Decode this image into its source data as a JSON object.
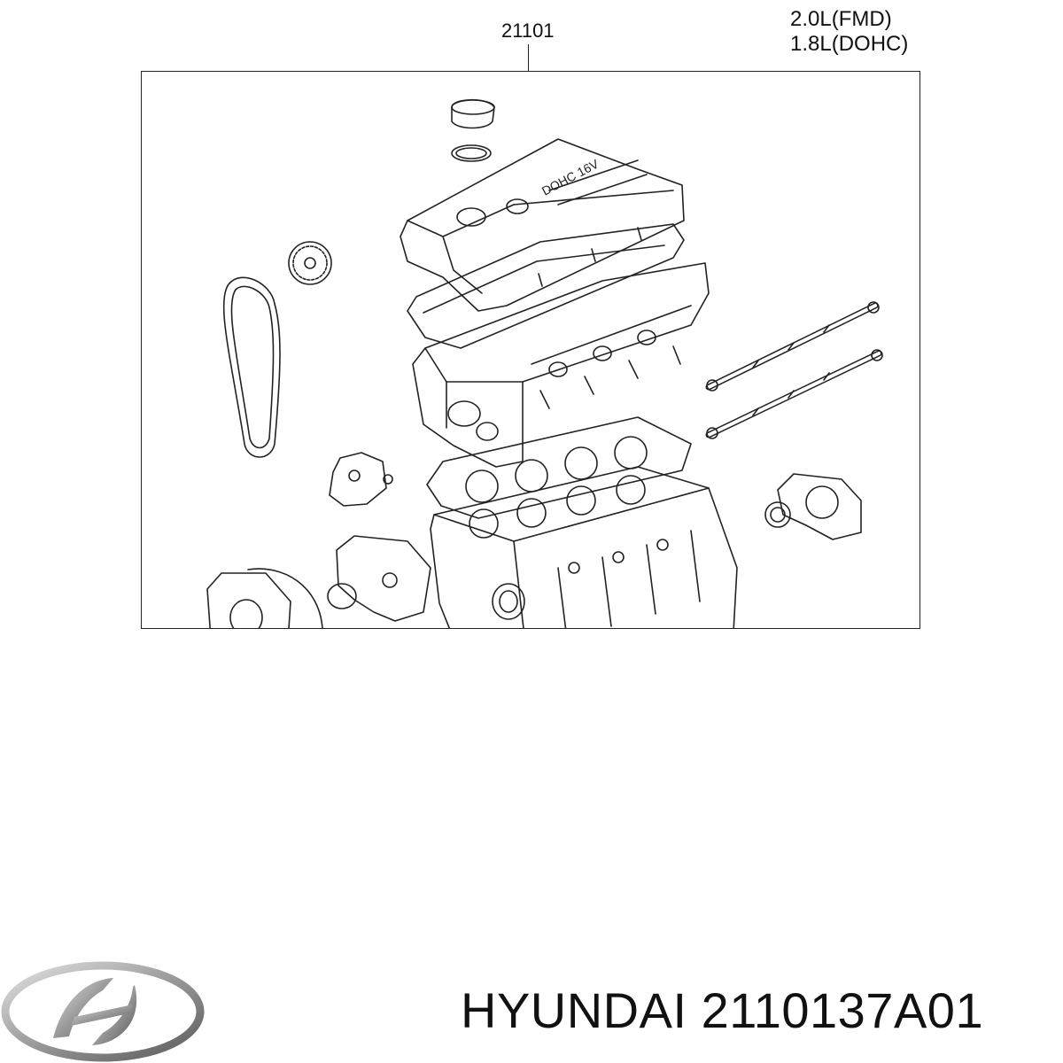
{
  "diagram": {
    "part_number": "21101",
    "spec_lines": [
      "2.0L(FMD)",
      "1.8L(DOHC)"
    ],
    "cover_text": "DOHC 16V"
  },
  "footer": {
    "brand": "HYUNDAI",
    "part_code": "2110137A01"
  },
  "icons": {
    "logo": "hyundai-logo-icon"
  }
}
